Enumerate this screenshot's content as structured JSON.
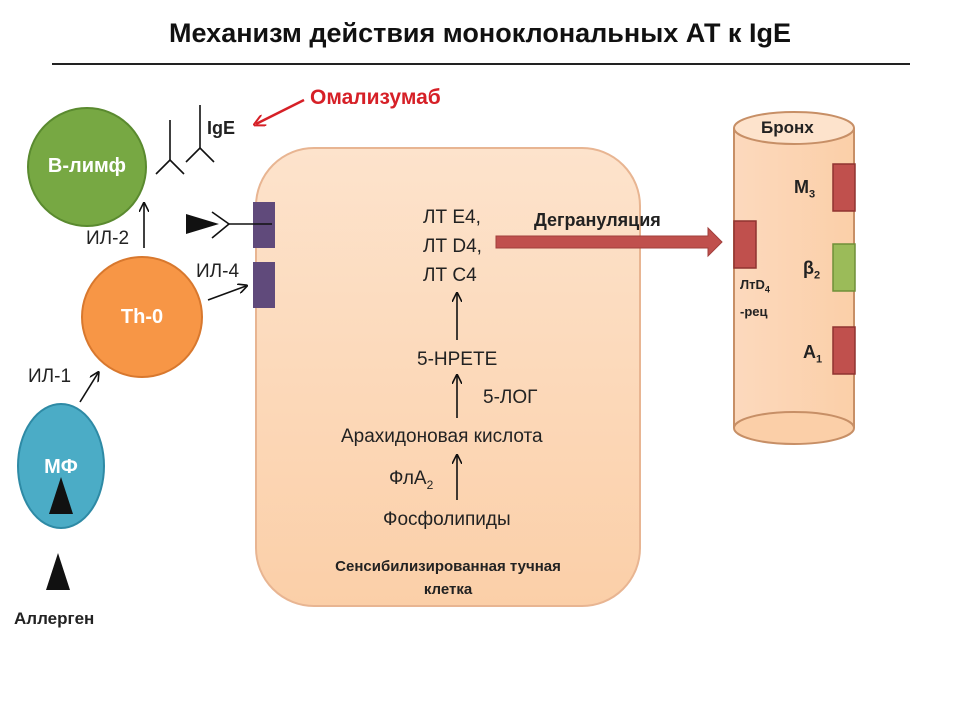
{
  "title": "Механизм действия моноклональных АТ к IgE",
  "drug": {
    "label": "Омализумаб",
    "color": "#d62027"
  },
  "ige": {
    "label": "IgE"
  },
  "cells": {
    "b_lymph": {
      "label": "В-лимф",
      "color": "#77a843"
    },
    "th0": {
      "label": "Th-0",
      "color": "#f79646"
    },
    "mf": {
      "label": "МФ",
      "color": "#4bacc6"
    }
  },
  "cytokines": {
    "il2": "ИЛ-2",
    "il4": "ИЛ-4",
    "il1": "ИЛ-1"
  },
  "allergen": {
    "label": "Аллерген"
  },
  "mast_cell": {
    "label_line1": "Сенсибилизированная тучная",
    "label_line2": "клетка",
    "receptor_color": "#604a7b",
    "pathway": {
      "leukotriene_1": "ЛТ Е4,",
      "leukotriene_2": "ЛТ D4,",
      "leukotriene_3": "ЛТ С4",
      "hpete": "5-НРЕТЕ",
      "log": "5-ЛОГ",
      "arachidonic": "Арахидоновая кислота",
      "fla2_base": "ФлА",
      "fla2_sub": "2",
      "phospholipids": "Фосфолипиды"
    }
  },
  "degranulation": {
    "label": "Дегрануляция",
    "color": "#c0504d"
  },
  "bronchus": {
    "label": "Бронх",
    "receptors": {
      "ltd4_line1_base": "ЛтD",
      "ltd4_line1_sub": "4",
      "ltd4_line2": "-рец",
      "m3_base": "М",
      "m3_sub": "3",
      "b2_base": "β",
      "b2_sub": "2",
      "a1_base": "А",
      "a1_sub": "1"
    },
    "colors": {
      "red_receptor": "#c0504d",
      "green_receptor": "#9bbb59",
      "fill": "#fcd5b5"
    }
  }
}
